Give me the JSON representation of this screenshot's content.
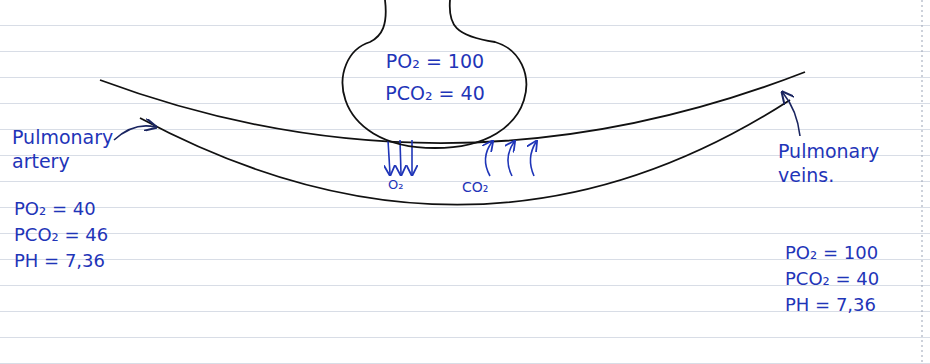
{
  "diagram": {
    "nodes": [
      {
        "text": [
          "PO₂ = 100",
          "PCO₂ = 40"
        ]
      }
    ],
    "labels": [
      "O₂",
      "CO₂",
      "Pulmonary artery",
      "PO₂ = 40",
      "PCO₂ = 46",
      "PH = 7,36",
      "Pulmonary veins.",
      "PO₂ = 100",
      "PCO₂ = 40",
      "PH = 7,36"
    ]
  }
}
